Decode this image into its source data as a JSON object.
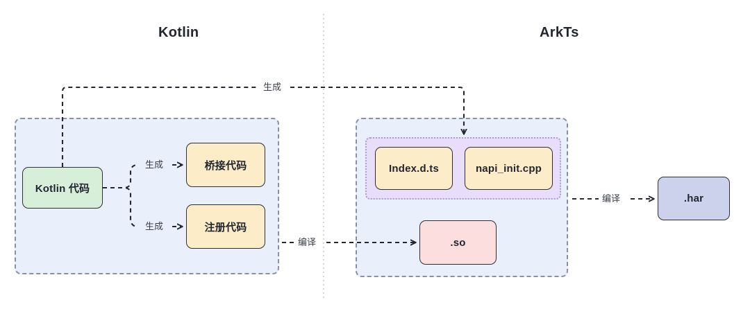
{
  "diagram": {
    "title_left": "Kotlin",
    "title_right": "ArkTs",
    "lanes": [
      {
        "name": "kotlin-lane",
        "label": "Kotlin"
      },
      {
        "name": "arkts-lane",
        "label": "ArkTs"
      }
    ],
    "nodes": {
      "kotlin_code": "Kotlin 代码",
      "bridge_code": "桥接代码",
      "register_code": "注册代码",
      "index_dts": "Index.d.ts",
      "napi_init_cpp": "napi_init.cpp",
      "so_file": ".so",
      "har_file": ".har"
    },
    "edge_labels": {
      "generate_top": "生成",
      "generate_bridge": "生成",
      "generate_register": "生成",
      "compile_so": "编译",
      "compile_har": "编译"
    },
    "colors": {
      "group_fill": "#eaeffc",
      "group_border": "#8a8fa3",
      "subgroup_fill": "#e8ddfb",
      "subgroup_border": "#a9a0c4",
      "node_green": "#d7efd9",
      "node_yellow": "#fcecc8",
      "node_pink": "#fcdede",
      "node_blue": "#ccd2ec",
      "node_border": "#2b2f38",
      "text": "#22262e",
      "edge": "#23272f",
      "divider": "#c9cbd3"
    }
  }
}
